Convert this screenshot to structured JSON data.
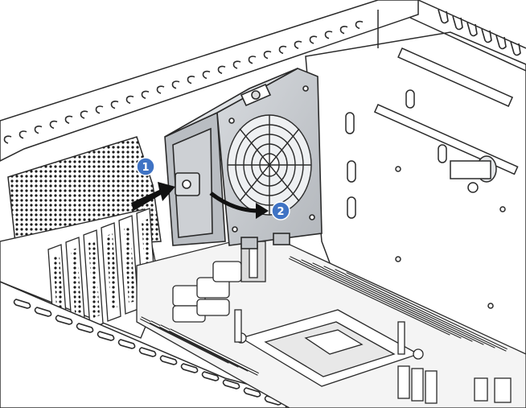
{
  "colors": {
    "outline": "#2a2a2a",
    "fan_body": "#c9ccd0",
    "fan_shadow": "#aeb2b7",
    "callout": "#3f73c4",
    "arrow": "#111111",
    "board": "#f4f4f4"
  },
  "callouts": [
    {
      "number": "1",
      "icon": "callout-badge"
    },
    {
      "number": "2",
      "icon": "callout-badge"
    }
  ],
  "icons": [
    "push-arrow-icon",
    "rotate-arrow-icon",
    "fan-grille-icon"
  ]
}
